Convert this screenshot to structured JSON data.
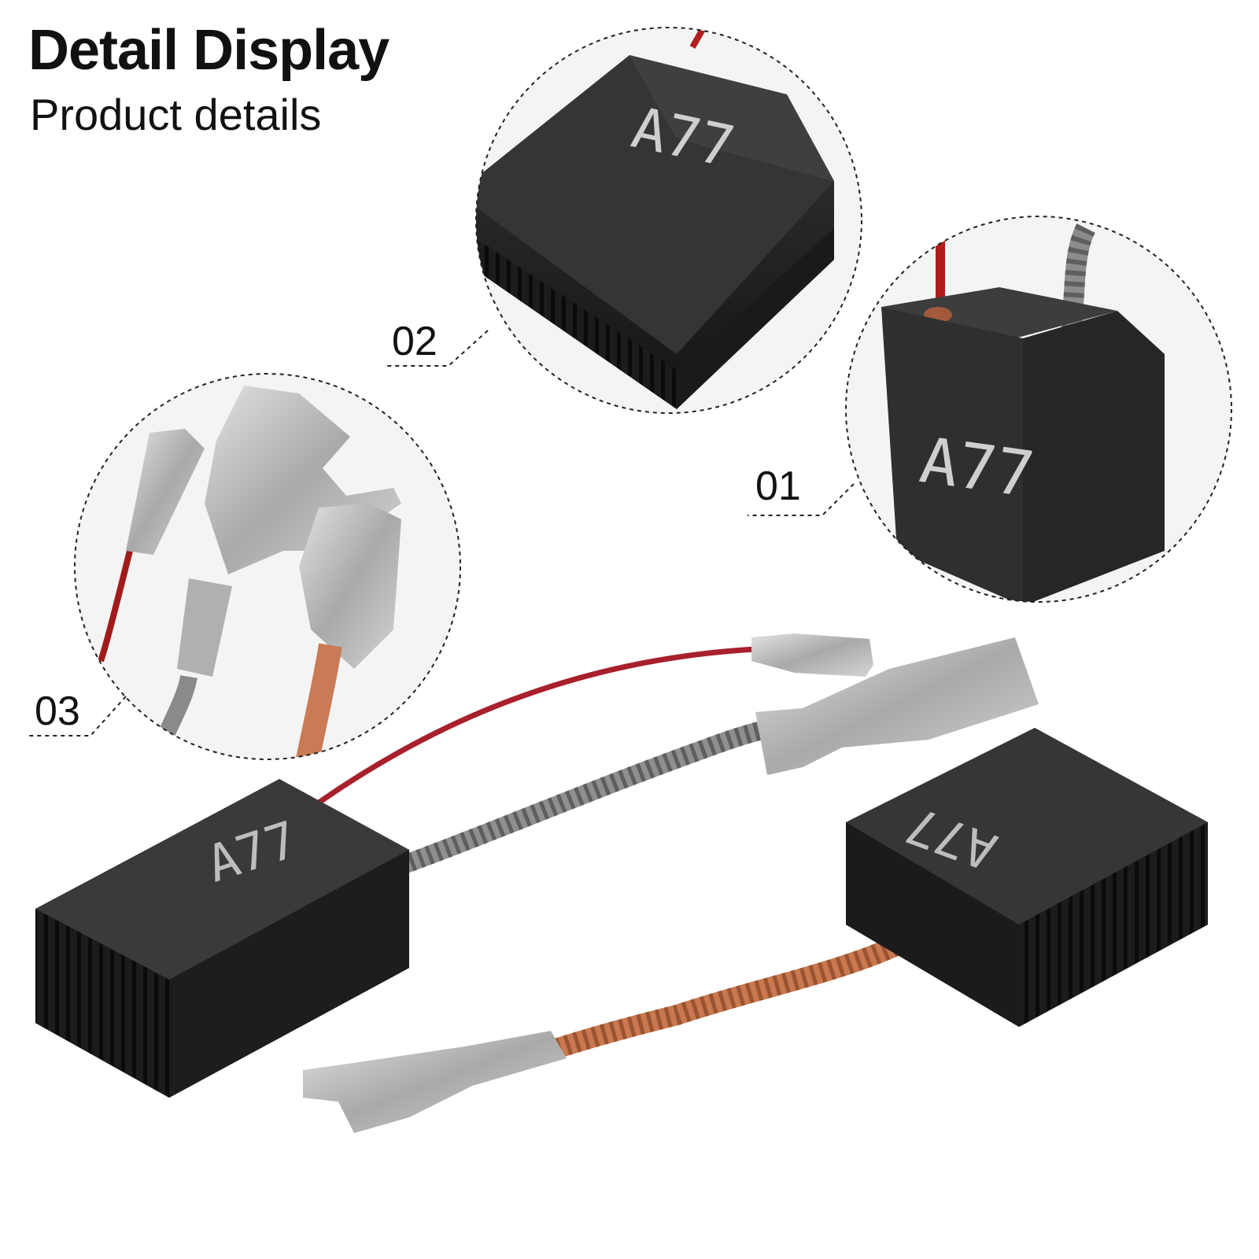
{
  "header": {
    "title": "Detail Display",
    "subtitle": "Product details"
  },
  "callouts": [
    {
      "number": "01"
    },
    {
      "number": "02"
    },
    {
      "number": "03"
    }
  ],
  "product": {
    "marking": "A77"
  }
}
